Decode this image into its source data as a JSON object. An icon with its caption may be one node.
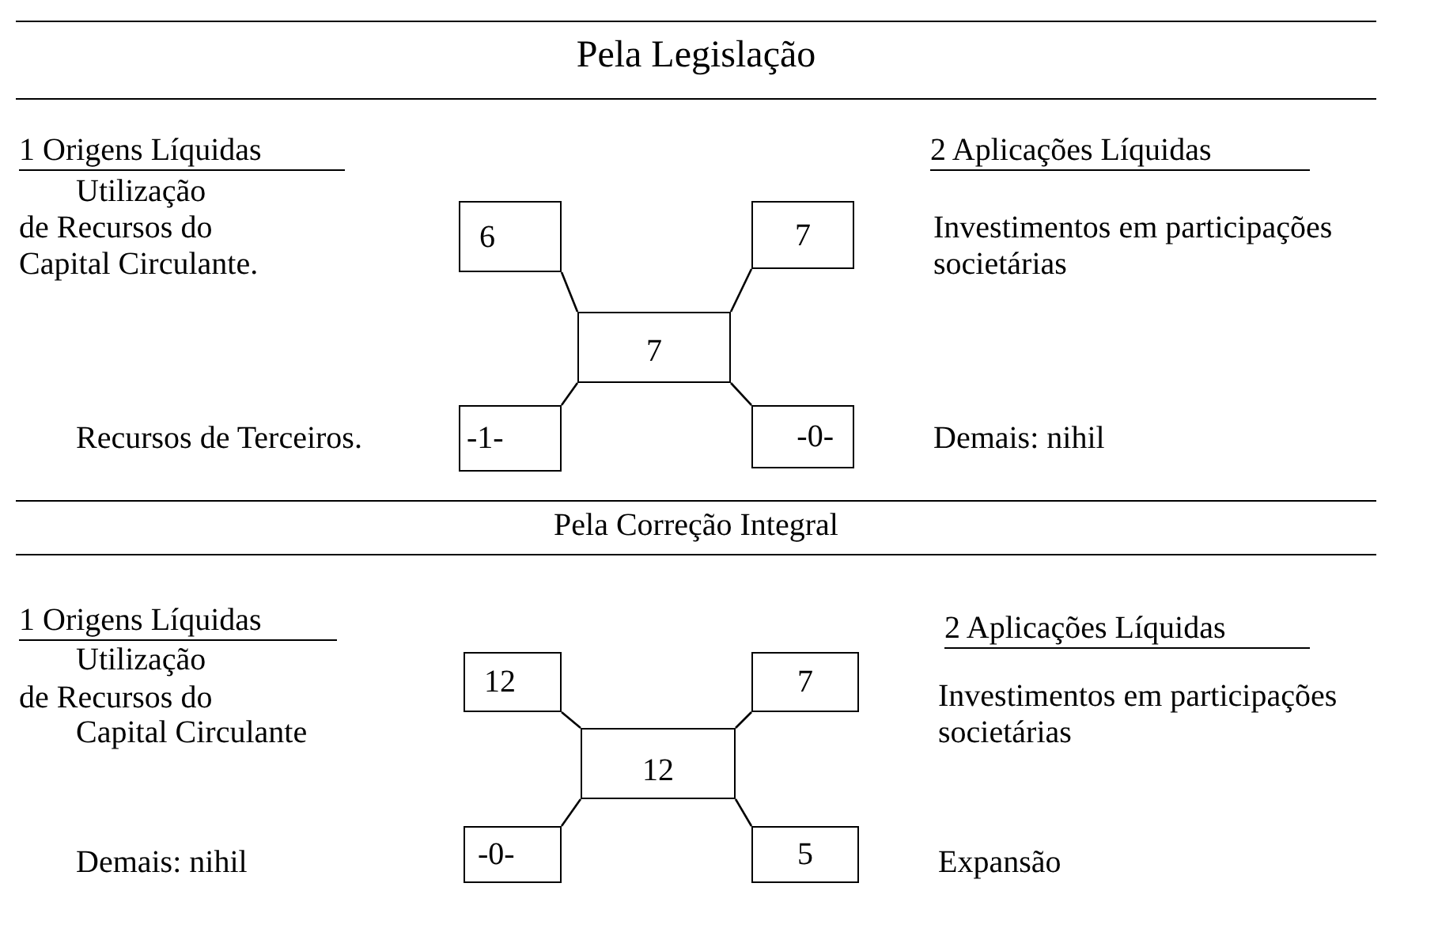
{
  "diagram": {
    "nodes": [
      {
        "text": [
          "6"
        ]
      },
      {
        "text": [
          "7"
        ]
      },
      {
        "text": [
          "7"
        ]
      },
      {
        "text": [
          "-1-"
        ]
      },
      {
        "text": [
          "-0-"
        ]
      },
      {
        "text": [
          "12"
        ]
      },
      {
        "text": [
          "7"
        ]
      },
      {
        "text": [
          "12"
        ]
      },
      {
        "text": [
          "-0-"
        ]
      },
      {
        "text": [
          "5"
        ]
      }
    ],
    "edges": [
      {
        "from": 0,
        "to": 2,
        "arrow": "none"
      },
      {
        "from": 1,
        "to": 2,
        "arrow": "none"
      },
      {
        "from": 3,
        "to": 2,
        "arrow": "none"
      },
      {
        "from": 4,
        "to": 2,
        "arrow": "none"
      },
      {
        "from": 5,
        "to": 7,
        "arrow": "none"
      },
      {
        "from": 6,
        "to": 7,
        "arrow": "none"
      },
      {
        "from": 8,
        "to": 7,
        "arrow": "none"
      },
      {
        "from": 9,
        "to": 7,
        "arrow": "none"
      }
    ],
    "labels": [
      "Pela Legislação",
      "1 Origens Líquidas",
      "2 Aplicações Líquidas",
      "Utilização",
      "de Recursos do",
      "Capital Circulante.",
      "Investimentos em participações societárias",
      "Recursos de Terceiros.",
      "Demais: nihil",
      "Pela Correção Integral",
      "1 Origens Líquidas",
      "2 Aplicações Líquidas",
      "Utilização",
      "de Recursos do",
      "Capital Circulante",
      "Investimentos em participações societárias",
      "Demais: nihil",
      "Expansão"
    ]
  }
}
